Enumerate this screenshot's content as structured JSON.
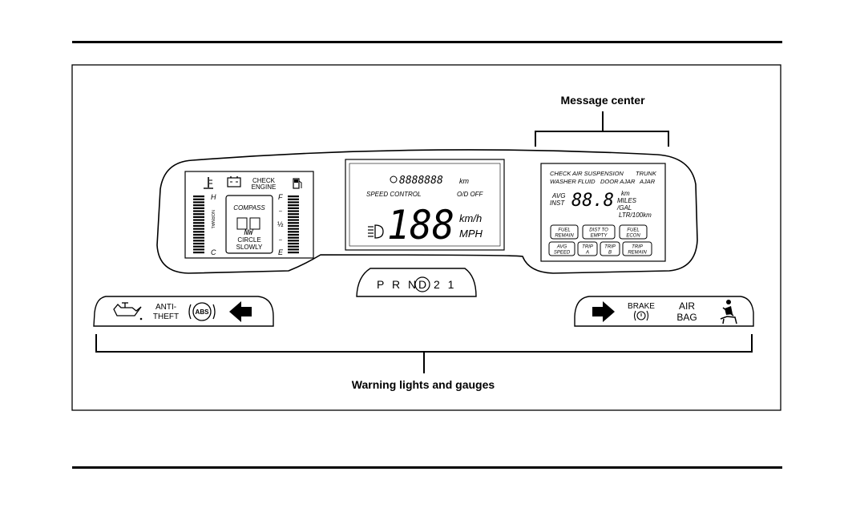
{
  "callouts": {
    "message_center": "Message center",
    "warning_lights": "Warning lights and gauges"
  },
  "left_panel": {
    "check_engine_1": "CHECK",
    "check_engine_2": "ENGINE",
    "temp_hot": "H",
    "temp_cold": "C",
    "normal_vertical": "NORMAL",
    "compass_title": "COMPASS",
    "compass_digits": "NW",
    "circle_1": "CIRCLE",
    "circle_2": "SLOWLY",
    "fuel_full": "F",
    "fuel_half": "½",
    "fuel_empty": "E"
  },
  "center_panel": {
    "odometer": "8888888",
    "odometer_unit": "km",
    "speed_control": "SPEED CONTROL",
    "od_off": "O/D OFF",
    "speed_digits": "188",
    "unit_kmh": "km/h",
    "unit_mph": "MPH"
  },
  "right_panel": {
    "check_air_suspension": "CHECK AIR SUSPENSION",
    "trunk": "TRUNK",
    "washer_fluid": "WASHER FLUID",
    "door_ajar": "DOOR AJAR",
    "ajar": "AJAR",
    "avg": "AVG",
    "inst": "INST",
    "digits": "88.8",
    "unit_km": "km",
    "unit_miles": "MILES",
    "unit_gal": "/GAL",
    "unit_ltr": "LTR/100km",
    "buttons": [
      [
        "FUEL",
        "REMAIN"
      ],
      [
        "DIST TO",
        "EMPTY"
      ],
      [
        "FUEL",
        "ECON"
      ],
      [
        "AVG",
        "SPEED"
      ],
      [
        "TRIP",
        "A"
      ],
      [
        "TRIP",
        "B"
      ],
      [
        "TRIP",
        "REMAIN"
      ]
    ]
  },
  "gear_selector": {
    "before": "P R N",
    "selected": "D",
    "after": "2 1"
  },
  "left_warning": {
    "anti": "ANTI-",
    "theft": "THEFT",
    "abs": "ABS"
  },
  "right_warning": {
    "brake": "BRAKE",
    "air": "AIR",
    "bag": "BAG"
  }
}
